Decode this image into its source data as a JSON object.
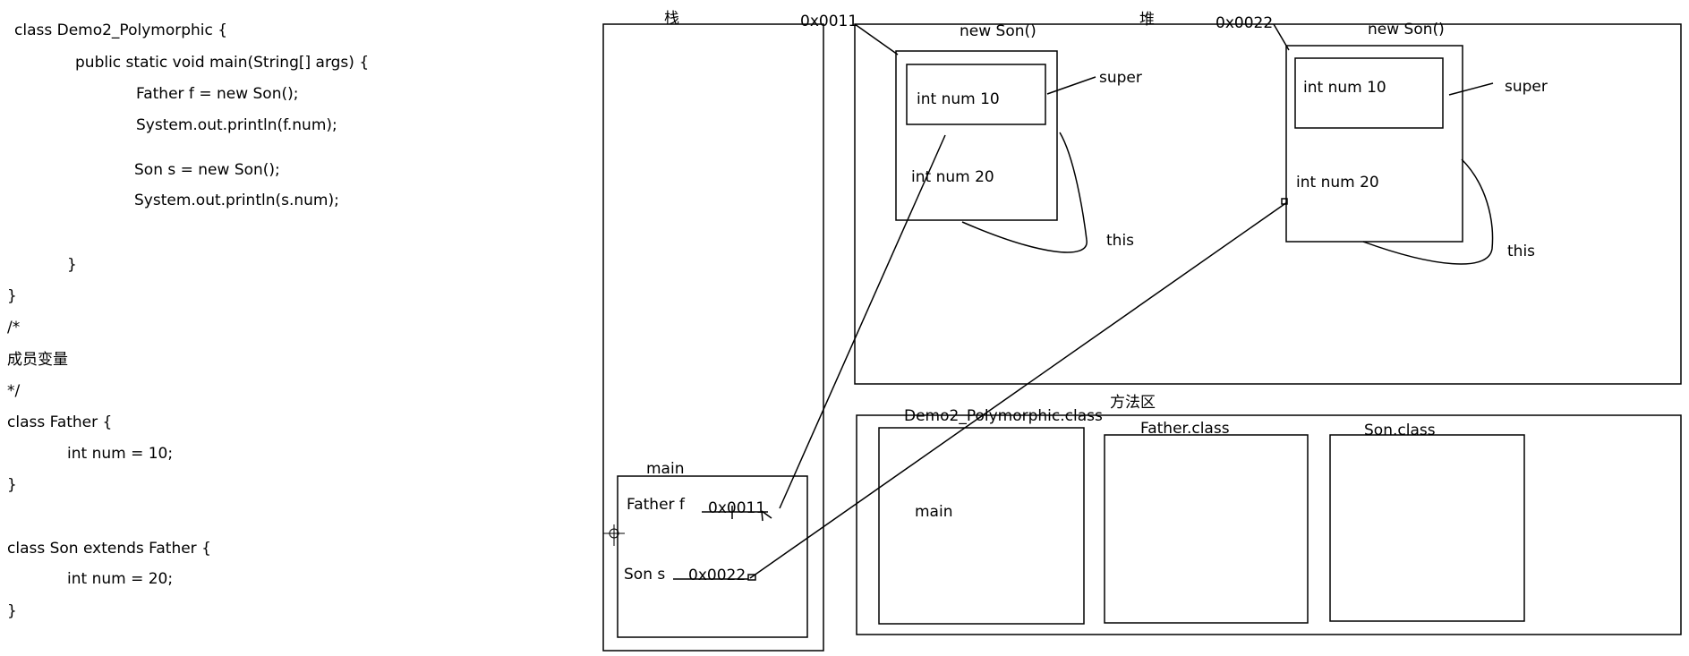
{
  "code": {
    "lines": [
      "class Demo2_Polymorphic {",
      "public static void main(String[] args) {",
      "Father f = new Son();",
      "System.out.println(f.num);",
      "Son s = new Son();",
      "System.out.println(s.num);",
      "}",
      "}",
      "/*",
      "成员变量",
      "*/",
      "class Father {",
      "int num = 10;",
      "}",
      "class Son extends Father {",
      "int num = 20;",
      "}"
    ]
  },
  "diagram": {
    "stack": {
      "label": "栈",
      "frame": {
        "label": "main",
        "var_f_name": "Father f",
        "var_f_value": "0x0011",
        "var_s_name": "Son s",
        "var_s_value": "0x0022"
      }
    },
    "heap": {
      "label": "堆",
      "objects": [
        {
          "address": "0x0011",
          "title": "new Son()",
          "super_field": "int num 10",
          "super_label": "super",
          "this_field": "int num 20",
          "this_label": "this"
        },
        {
          "address": "0x0022",
          "title": "new Son()",
          "super_field": "int num 10",
          "super_label": "super",
          "this_field": "int num 20",
          "this_label": "this"
        }
      ]
    },
    "method_area": {
      "label": "方法区",
      "classes": [
        {
          "name": "Demo2_Polymorphic.class",
          "content": "main"
        },
        {
          "name": "Father.class",
          "content": ""
        },
        {
          "name": "Son.class",
          "content": ""
        }
      ]
    }
  }
}
